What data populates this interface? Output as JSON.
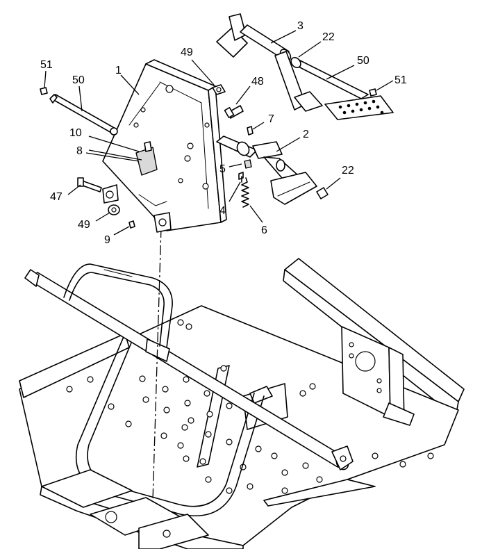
{
  "callouts": [
    {
      "id": "c51a",
      "label": "51"
    },
    {
      "id": "c50a",
      "label": "50"
    },
    {
      "id": "c1",
      "label": "1"
    },
    {
      "id": "c49a",
      "label": "49"
    },
    {
      "id": "c3",
      "label": "3"
    },
    {
      "id": "c22a",
      "label": "22"
    },
    {
      "id": "c50b",
      "label": "50"
    },
    {
      "id": "c51b",
      "label": "51"
    },
    {
      "id": "c48",
      "label": "48"
    },
    {
      "id": "c7",
      "label": "7"
    },
    {
      "id": "c2",
      "label": "2"
    },
    {
      "id": "c10",
      "label": "10"
    },
    {
      "id": "c8",
      "label": "8"
    },
    {
      "id": "c5",
      "label": "5"
    },
    {
      "id": "c22b",
      "label": "22"
    },
    {
      "id": "c47",
      "label": "47"
    },
    {
      "id": "c4",
      "label": "4"
    },
    {
      "id": "c6",
      "label": "6"
    },
    {
      "id": "c49b",
      "label": "49"
    },
    {
      "id": "c9",
      "label": "9"
    }
  ]
}
